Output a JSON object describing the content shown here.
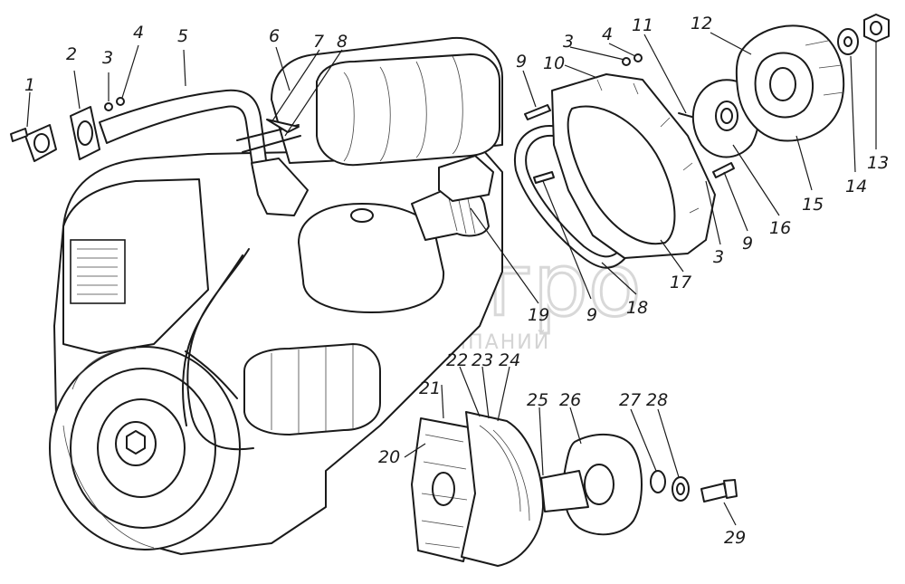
{
  "labels": [
    "1",
    "2",
    "3",
    "4",
    "5",
    "6",
    "7",
    "8",
    "9",
    "10",
    "11",
    "12",
    "13",
    "14",
    "15",
    "16",
    "17",
    "18",
    "19",
    "20",
    "21",
    "22",
    "23",
    "24",
    "25",
    "26",
    "27",
    "28",
    "29",
    "3",
    "4",
    "9",
    "9",
    "3"
  ],
  "watermark": {
    "brand": "белагро",
    "subtitle": "ГРУППА КОМПАНИЙ"
  }
}
